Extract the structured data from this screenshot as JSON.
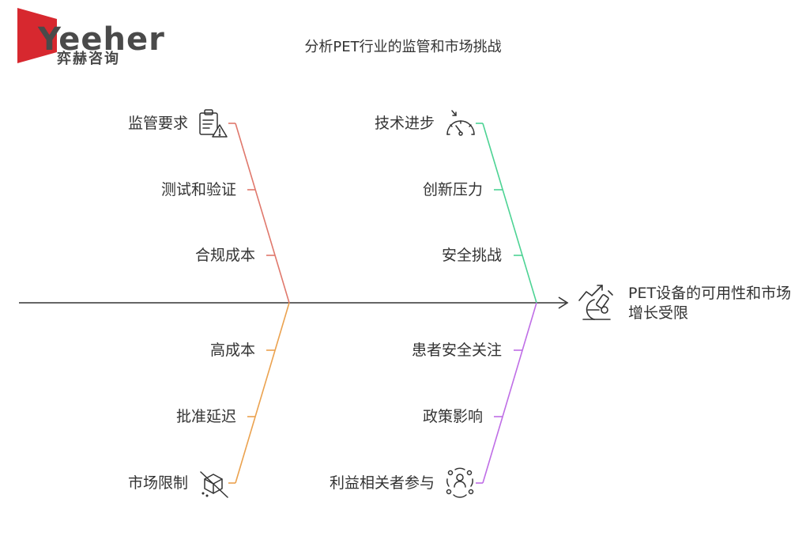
{
  "logo": {
    "word": "Yeeher",
    "subtitle": "弈赫咨询",
    "brand_color": "#d7282f"
  },
  "title": "分析PET行业的监管和市场挑战",
  "effect": {
    "label": "PET设备的可用性和市场增长受限",
    "icon": "microscope-trend-icon"
  },
  "branches": [
    {
      "id": "regulation",
      "color": "#e0786c",
      "icon": "clipboard-warning-icon",
      "items": [
        "监管要求",
        "测试和验证",
        "合规成本"
      ]
    },
    {
      "id": "technology",
      "color": "#4dd394",
      "icon": "speedometer-icon",
      "items": [
        "技术进步",
        "创新压力",
        "安全挑战"
      ]
    },
    {
      "id": "market",
      "color": "#eba24f",
      "icon": "blocked-box-icon",
      "items": [
        "高成本",
        "批准延迟",
        "市场限制"
      ]
    },
    {
      "id": "stakeholders",
      "color": "#bf6ee6",
      "icon": "team-icon",
      "items": [
        "患者安全关注",
        "政策影响",
        "利益相关者参与"
      ]
    }
  ],
  "spine_color": "#333333"
}
